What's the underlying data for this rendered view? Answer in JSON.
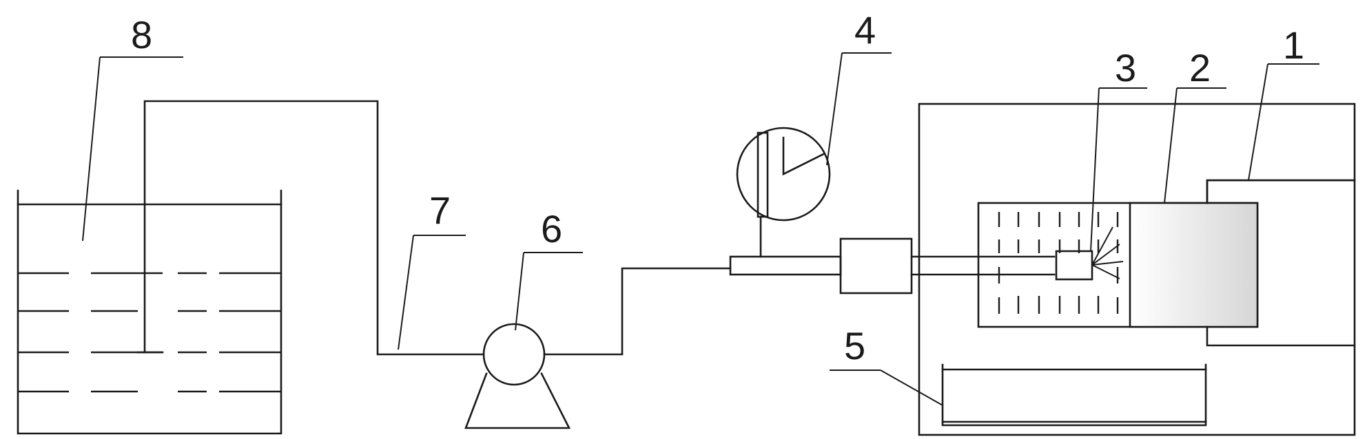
{
  "diagram": {
    "colors": {
      "line": "#1a1a1a",
      "background": "#ffffff",
      "shade_light": "#ffffff",
      "shade_dark": "#d8d8d8"
    },
    "labels": {
      "l1": "1",
      "l2": "2",
      "l3": "3",
      "l4": "4",
      "l5": "5",
      "l6": "6",
      "l7": "7",
      "l8": "8"
    }
  }
}
